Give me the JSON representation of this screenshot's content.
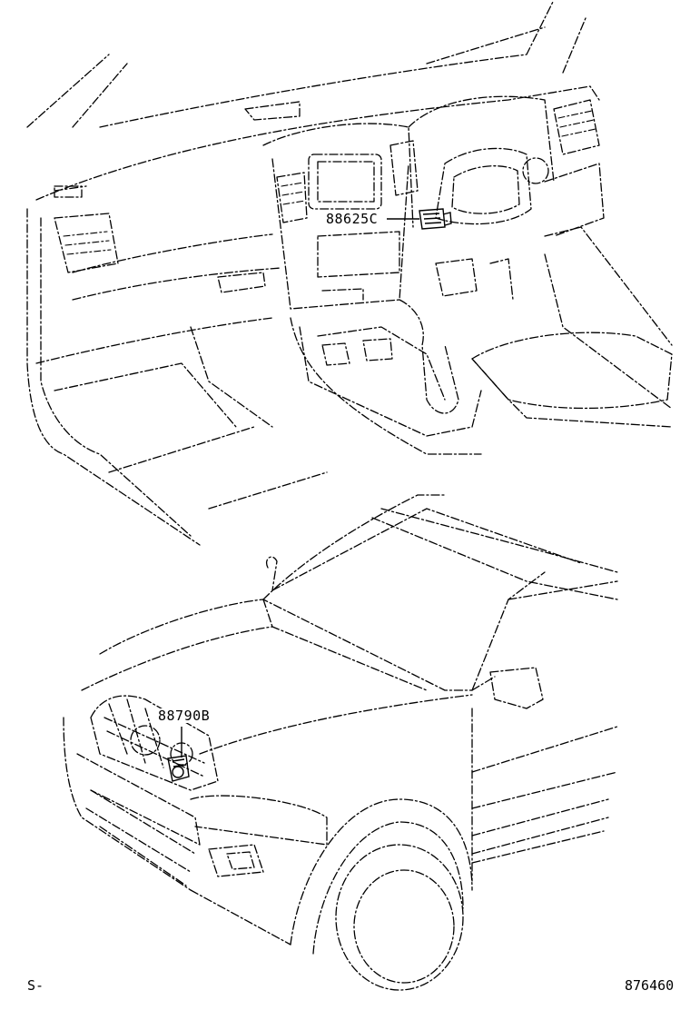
{
  "callouts": {
    "interior_part": "88625C",
    "exterior_part": "88790B"
  },
  "footer": {
    "left_code": "S-",
    "right_code": "876460"
  }
}
